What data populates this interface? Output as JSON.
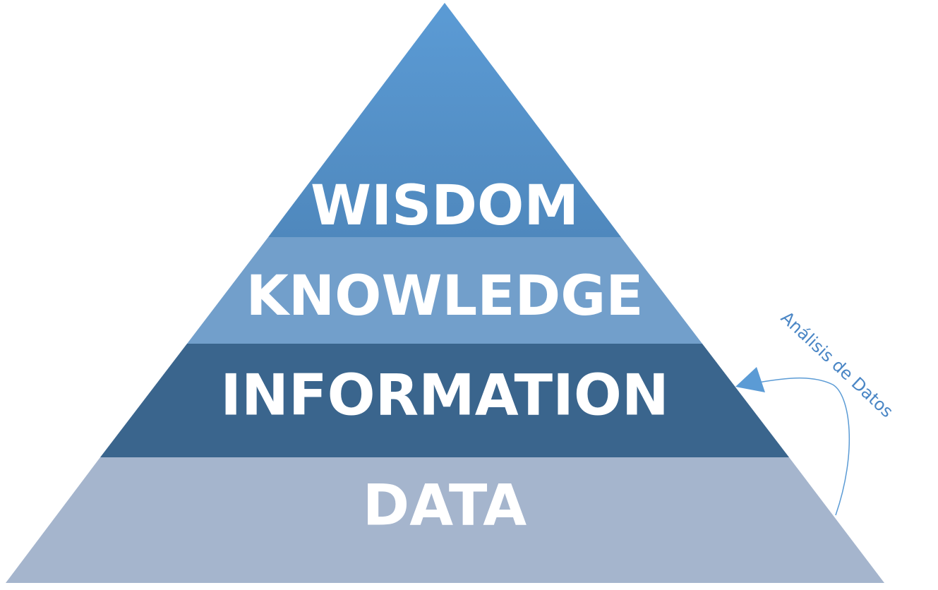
{
  "pyramid": {
    "layers": [
      {
        "label": "WISDOM",
        "color": "#4f88bd"
      },
      {
        "label": "KNOWLEDGE",
        "color": "#729fcb"
      },
      {
        "label": "INFORMATION",
        "color": "#3a658d"
      },
      {
        "label": "DATA",
        "color": "#a5b5cd"
      }
    ],
    "apex_color": "#5b9bd5"
  },
  "annotation": {
    "label": "Análisis de Datos",
    "color": "#4a86c5"
  }
}
